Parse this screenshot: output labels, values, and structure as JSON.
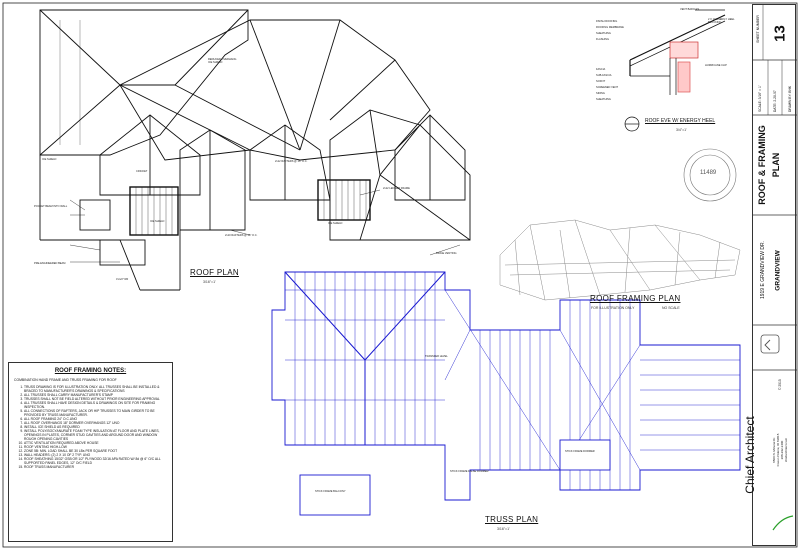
{
  "roof_plan": {
    "title": "ROOF PLAN",
    "scale": "3/16\"=1'",
    "callouts": [
      "ICE SHIELD",
      "REDUCED OVERHANG ICE SHIELD",
      "2x12 RAFTERS @ 16\" O.C.",
      "2x12 LEDGER FRAME",
      "2x10 RAFTERS @ 16\" O.C.",
      "RIDGE VENTING",
      "POCKET BEAM INTO WALL",
      "PRE-ENGINEERED BEAM",
      "CRICKET",
      "4'x1/2\" RR",
      "ICE SHIELD",
      "ICE SHIELD"
    ]
  },
  "eave_detail": {
    "title": "ROOF EVE W/ ENERGY HEEL",
    "scale": "3/4\"=1'",
    "labels": [
      "VENT BAFFLES",
      "2 X 10 ENERGY HEEL BLOCKING",
      "FINISH ROOFING",
      "ROOFING MEMBRANE",
      "SHEATHING",
      "FLASHING",
      "FASCIA",
      "SUB-FASCIA",
      "SOFFIT",
      "SCREENED VENT",
      "SIDING",
      "SHEATHING",
      "HURRICANE CLIP"
    ]
  },
  "framing_view": {
    "title": "ROOF FRAMING PLAN",
    "note_left": "FOR ILLUSTRATION ONLY",
    "note_right": "NO SCALE"
  },
  "truss_plan": {
    "title": "TRUSS PLAN",
    "scale": "3/16\"=1'",
    "callouts": [
      "TRANSFER LEVEL",
      "STICK FRAME DORMER",
      "STICK FRAME FALSE DORMER",
      "STICK FRAME BALCONY"
    ]
  },
  "notes": {
    "heading": "ROOF FRAMING NOTES:",
    "intro": "COMBINATION HAND FRAME AND TRUSS FRAMING FOR ROOF",
    "items": [
      "TRUSS DRAWING IS FOR ILLUSTRATION ONLY. ALL TRUSSES SHALL BE INSTALLED & BRACED TO MANUFACTURER'S DRAWINGS & SPECIFICATIONS",
      "ALL TRUSSES SHALL CARRY MANUFACTURER'S STAMP",
      "TRUSSES SHALL NOT BE FIELD ALTERED WITHOUT PRIOR ENGINEERING APPROVAL",
      "ALL TRUSSES SHALL HAVE DESIGN DETAILS & DRAWINGS ON SITE FOR FRAMING INSPECTION.",
      "ALL CONNECTIONS OF RAFTERS, JACK OR HIP TRUSSES TO MAIN GIRDER TO BE PROVIDED BY TRUSS MANUFACTURER.",
      "ALL ROOF FRAMING 24\" O.C.UNO",
      "ALL ROOF OVERHANGS 18\" DORMER OVERHANGS 12\" UNO",
      "INSTALL ICE SHIELD AS REQUIRED",
      "INSTALL POLYISOCYANURATE FOAM TYPE INSULATION AT FLOOR AND PLATE LINES, OPENINGS IN PLATES, CORNER STUD CAVITIES AND AROUND DOOR AND WINDOW ROUGH OPENING CAVITIES",
      "ATTIC VENTILATION REQUIRED ABOVE HOUSE",
      "ROOF VENTING HIGH-LOW",
      "ZONE 5B: MIN. LOAD SHALL BE 30 LBs PER SQUARE FOOT",
      "WALL HEADERS: (2) 2 X 10 OF 2 TYP. UNO",
      "ROOF SHEATHING 15/32\" OSB OR 1/2\" PLYWOOD 32/16 APA RATED W/ 8d @ 6\" O/C ALL SUPPORTED PANEL EDGES, 12\" O/C FIELD",
      "ROOF TRUSS MANUFACTURER"
    ]
  },
  "title_block": {
    "sheet_label": "SHEET NUMBER",
    "sheet_number": "13",
    "scale": "SCALE: 3/16\" = 1'",
    "date": "DATE: 2-28-07",
    "drawn_by": "DRAWN BY: BHK",
    "sheet_title_1": "ROOF & FRAMING",
    "sheet_title_2": "PLAN",
    "stamp_number": "11489",
    "address": "1919 E GRANDVIEW DR.",
    "project": "GRANDVIEW",
    "copyright": "© 2015",
    "company": "Chief Architect",
    "company_lines": [
      "6500 N. Mineral Dr.",
      "Coeur d'Alene, ID 83815",
      "208-292-3400",
      "chiefarchitect.com"
    ]
  }
}
